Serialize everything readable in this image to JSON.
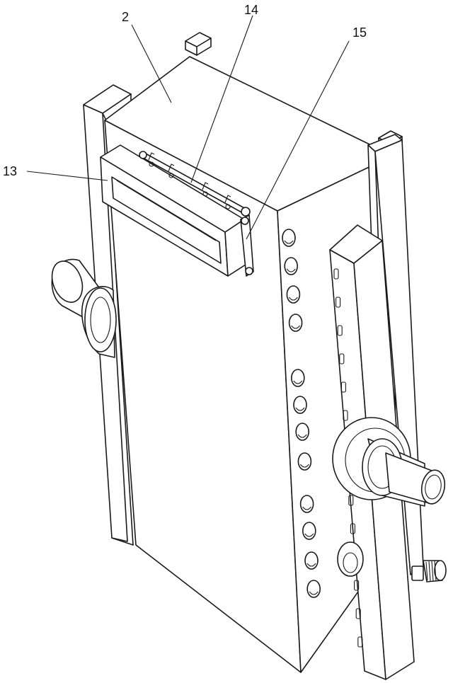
{
  "figure": {
    "callouts": [
      {
        "id": "label-2",
        "text": "2"
      },
      {
        "id": "label-14",
        "text": "14"
      },
      {
        "id": "label-15",
        "text": "15"
      },
      {
        "id": "label-13",
        "text": "13"
      }
    ]
  },
  "colors": {
    "stroke": "#1a1a1a",
    "fill": "#ffffff"
  }
}
